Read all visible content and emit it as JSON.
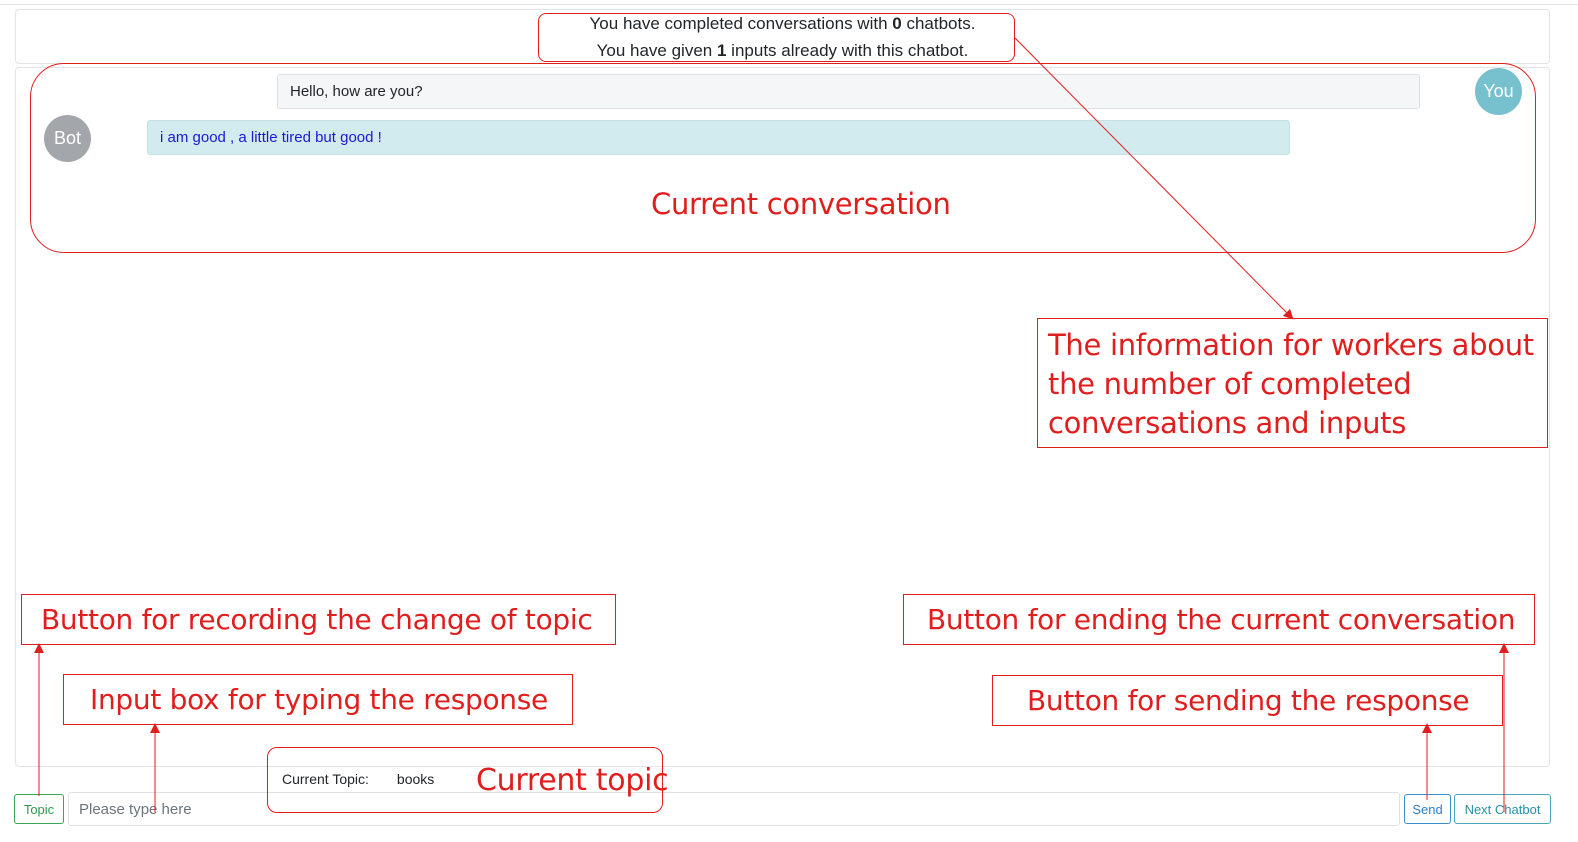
{
  "info": {
    "line1_prefix": "You have completed conversations with ",
    "completed_count": "0",
    "line1_suffix": " chatbots.",
    "line2_prefix": "You have given ",
    "inputs_count": "1",
    "line2_suffix": " inputs already with this chatbot."
  },
  "conversation": {
    "messages": [
      {
        "sender": "You",
        "avatar_label": "You",
        "text": "Hello, how are you?"
      },
      {
        "sender": "Bot",
        "avatar_label": "Bot",
        "text": "i am good , a little tired but good !"
      }
    ]
  },
  "bottom_bar": {
    "topic_button": "Topic",
    "input_placeholder": "Please type here",
    "input_value": "",
    "current_topic_label": "Current Topic:",
    "current_topic_value": "books",
    "send_button": "Send",
    "next_button": "Next Chatbot"
  },
  "annotations": {
    "current_conversation": "Current conversation",
    "info_for_workers": [
      "The information for workers about",
      "the number of completed",
      "conversations and inputs"
    ],
    "topic_button": "Button for recording the change of topic",
    "input_box": "Input box for typing the response",
    "current_topic": "Current topic",
    "end_button": "Button for ending the current conversation",
    "send_button": "Button for sending the response",
    "color": "#e01e1e"
  },
  "colors": {
    "you_avatar": "#77c1cf",
    "bot_avatar": "#a3a6aa",
    "bot_message_bg": "#d1ebee",
    "bot_message_text": "#1a1ad0",
    "user_message_bg": "#f4f6f8",
    "topic_button": "#2e9a4e",
    "send_button": "#2a7fc6",
    "next_button": "#2a8fa3"
  }
}
